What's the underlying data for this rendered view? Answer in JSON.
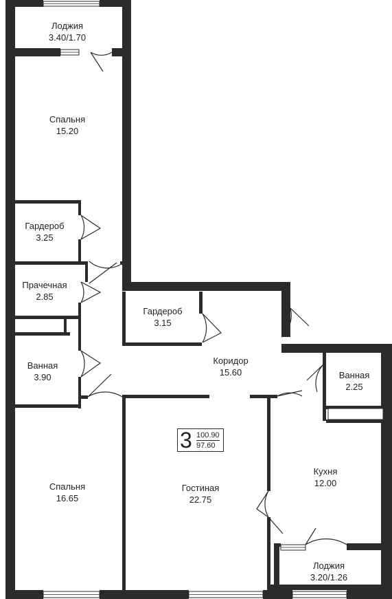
{
  "rooms": {
    "loggia_top": {
      "name": "Лоджия",
      "area": "3.40/1.70"
    },
    "bedroom_top": {
      "name": "Спальня",
      "area": "15.20"
    },
    "wardrobe_left": {
      "name": "Гардероб",
      "area": "3.25"
    },
    "laundry": {
      "name": "Прачечная",
      "area": "2.85"
    },
    "bathroom_left": {
      "name": "Ванная",
      "area": "3.90"
    },
    "bedroom_bottom": {
      "name": "Спальня",
      "area": "16.65"
    },
    "wardrobe_center": {
      "name": "Гардероб",
      "area": "3.15"
    },
    "corridor": {
      "name": "Коридор",
      "area": "15.60"
    },
    "bathroom_right": {
      "name": "Ванная",
      "area": "2.25"
    },
    "living_room": {
      "name": "Гостиная",
      "area": "22.75"
    },
    "kitchen": {
      "name": "Кухня",
      "area": "12.00"
    },
    "loggia_bottom": {
      "name": "Лоджия",
      "area": "3.20/1.26"
    }
  },
  "badge": {
    "rooms_count": "3",
    "total_area": "100.90",
    "living_area": "97.60"
  },
  "colors": {
    "wall": "#2b2b2b",
    "text": "#222222",
    "background": "#ffffff"
  }
}
